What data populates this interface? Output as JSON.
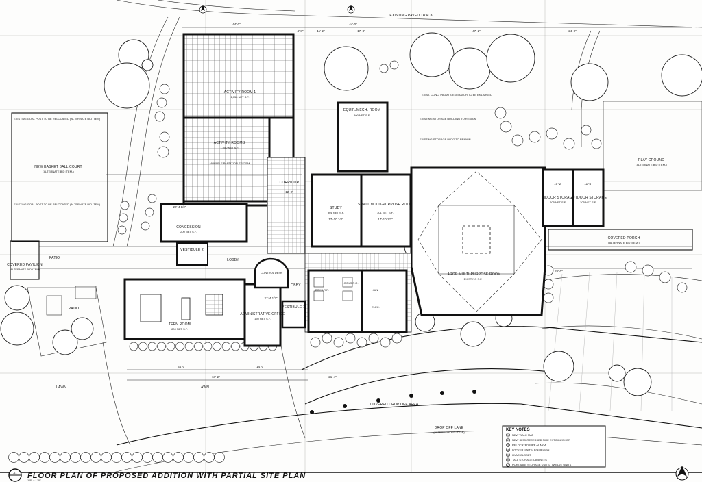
{
  "title": {
    "main": "FLOOR PLAN OF PROPOSED ADDITION WITH PARTIAL SITE PLAN",
    "scale": "1/8\" = 1'-0\"",
    "sheet_id": "A1"
  },
  "site_labels": {
    "existing_paved_track": "EXISTING PAVED TRACK",
    "basketball_court": "NEW BASKET BALL COURT",
    "basketball_alt": "(ALTERNATE BID ITEM-)",
    "goal_top": "EXISTING GOAL POST TO BE RELOCATED (ALTERNATE BID ITEM)",
    "goal_bottom": "EXISTING GOAL POST TO BE RELOCATED (ALTERNATE BID ITEM)",
    "play_ground": "PLAY GROUND",
    "play_ground_alt": "(ALTERNATE BID ITEM-)",
    "patio_left": "PATIO",
    "patio_mid": "PATIO",
    "covered_pavilion": "COVERED PAVILION",
    "covered_pavilion_alt": "(ALTERNATE BID ITEM)",
    "covered_porch": "COVERED PORCH",
    "covered_porch_alt": "(ALTERNATE BID ITEM-)",
    "lawn_left": "LAWN",
    "lawn_mid": "LAWN",
    "drop_off_area": "COVERED DROP OFF AREA",
    "drop_off_lane": "DROP OFF LANE",
    "drop_off_lane_alt": "(ALTERNATE BID ITEM-)",
    "exist_pad": "EXIST. CONC. PAD AT GENERATOR TO BE ENLARGED",
    "exist_bldg1": "EXISTING STORAGE BUILDING TO REMAIN",
    "exist_bldg2": "EXISTING STORAGE BLDG TO REMAIN"
  },
  "rooms": {
    "activity1": {
      "name": "ACTIVITY ROOM 1",
      "area": "1,050 NET S.F."
    },
    "activity2": {
      "name": "ACTIVITY ROOM 2",
      "area": "1,050 NET S.F."
    },
    "partition": "MOVABLE PARTITION SYSTEM",
    "equip": {
      "name": "EQUIP./MECH. ROOM",
      "area": "400 NET S.F."
    },
    "corridor": "CORRIDOR",
    "study": {
      "name": "STUDY",
      "area": "301 NET S.F."
    },
    "small_mp": {
      "name": "SMALL MULTI-PURPOSE ROOM",
      "area": "301 NET S.F."
    },
    "large_mp": {
      "name": "LARGE MULTI-PURPOSE ROOM",
      "area": "EXISTING S.F."
    },
    "indoor_storage": {
      "name": "INDOOR STORAGE",
      "area": "205 NET S.F."
    },
    "outdoor_storage": {
      "name": "OUTDOOR STORAGE",
      "area": "205 NET S.F."
    },
    "concession": {
      "name": "CONCESSION",
      "area": "200 NET S.F."
    },
    "vestibule2": "VESTIBULE 2",
    "vestibule1": "VESTIBULE 1",
    "lobby1": "LOBBY",
    "lobby2": "LOBBY",
    "control_desk": "CONTROL DESK",
    "teen_room": {
      "name": "TEEN ROOM",
      "area": "800 NET S.F."
    },
    "admin": {
      "name": "ADMINISTRATIVE OFFICE",
      "area": "150 NET S.F."
    },
    "boys": {
      "name": "BOYS R.R."
    },
    "girls": {
      "name": "GIRLS R.R."
    },
    "jan": {
      "name": "JAN."
    },
    "elec": {
      "name": "ELEC."
    }
  },
  "dimensions": {
    "top_44": "44'-0\"",
    "top_4_8": "4'-8\"",
    "top_11": "11'-2\"",
    "top_17": "17'-8\"",
    "top_47": "47'-2\"",
    "top_24": "24'-0\"",
    "top_44b": "44'-0\"",
    "bot_44": "44'-0\"",
    "bot_14": "14'-0\"",
    "bot_67": "67'-2\"",
    "bot_21": "21'-4\"",
    "mid_12": "12'-0\"",
    "mid_22": "22'-4 1/2\"",
    "mid_21": "21'-4 1/2\"",
    "mid_17a": "17'-10 1/2\"",
    "mid_17b": "17'-10 1/2\"",
    "mid_10": "10'-2\"",
    "mid_11": "11'-4\"",
    "mid_26": "26'-0\""
  },
  "key_notes": {
    "header": "KEY NOTES",
    "items": [
      {
        "num": "1",
        "text": "NEW WALK MAT"
      },
      {
        "num": "2",
        "text": "NEW SEMI-RECESSED FIRE EXTINGUISHER"
      },
      {
        "num": "3",
        "text": "RELOCATED FIRE ALARM"
      },
      {
        "num": "4",
        "text": "LOCKER UNITS- FOUR HIGH"
      },
      {
        "num": "5",
        "text": "HVAC CLOSET"
      },
      {
        "num": "6",
        "text": "TALL STORAGE CABINETS"
      },
      {
        "num": "7",
        "text": "PORTABLE STORAGE UNITS- TWELVE UNITS"
      }
    ]
  },
  "icons": {
    "north_arrow": "north-arrow-icon",
    "sheet_marker": "section-marker-icon"
  }
}
